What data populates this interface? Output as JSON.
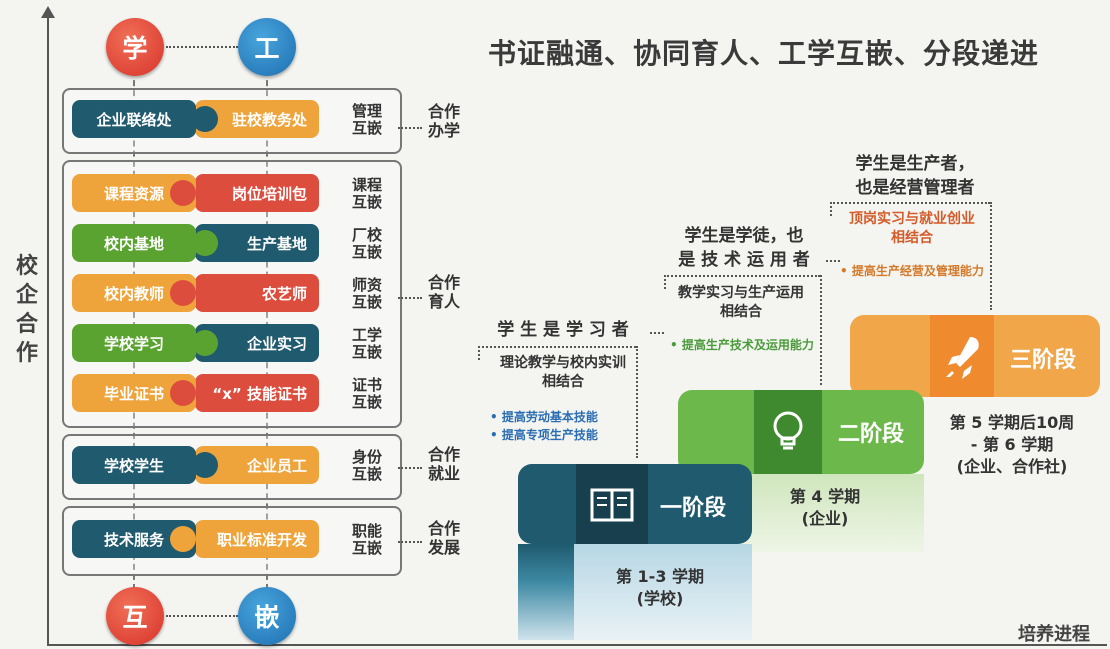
{
  "header": {
    "title": "书证融通、协同育人、工学互嵌、分段递进"
  },
  "axis": {
    "y_label": "校企合作",
    "x_label": "培养进程"
  },
  "top_circles": {
    "left": "学",
    "right": "工"
  },
  "bottom_circles": {
    "left": "互",
    "right": "嵌"
  },
  "rows": [
    {
      "left": "企业联络处",
      "right": "驻校教务处",
      "tag": "管理互嵌"
    },
    {
      "left": "课程资源",
      "right": "岗位培训包",
      "tag": "课程互嵌"
    },
    {
      "left": "校内基地",
      "right": "生产基地",
      "tag": "厂校互嵌"
    },
    {
      "left": "校内教师",
      "right": "农艺师",
      "tag": "师资互嵌"
    },
    {
      "left": "学校学习",
      "right": "企业实习",
      "tag": "工学互嵌"
    },
    {
      "left": "毕业证书",
      "right": "“x” 技能证书",
      "tag": "证书互嵌"
    },
    {
      "left": "学校学生",
      "right": "企业员工",
      "tag": "身份互嵌"
    },
    {
      "left": "技术服务",
      "right": "职业标准开发",
      "tag": "职能互嵌"
    }
  ],
  "groups": [
    "合作办学",
    "合作育人",
    "合作就业",
    "合作发展"
  ],
  "stages": [
    {
      "name": "一阶段",
      "period": "第 1-3 学期",
      "place": "(学校)",
      "role": "学 生 是 学 习 者",
      "desc": "理论教学与校内实训相结合",
      "bullets": [
        "• 提高劳动基本技能",
        "• 提高专项生产技能"
      ]
    },
    {
      "name": "二阶段",
      "period": "第 4 学期",
      "place": "(企业)",
      "role_line1": "学生是学徒，也",
      "role_line2": "是 技 术 运 用 者",
      "desc": "教学实习与生产运用相结合",
      "bullets": [
        "• 提高生产技术及运用能力"
      ]
    },
    {
      "name": "三阶段",
      "period_line1": "第 5 学期后10周",
      "period_line2": "- 第 6 学期",
      "place": "(企业、合作社)",
      "role_line1": "学生是生产者，",
      "role_line2": "也是经营管理者",
      "desc": "顶岗实习与就业创业相结合",
      "bullets": [
        "• 提高生产经营及管理能力"
      ]
    }
  ],
  "colors": {
    "teal": "#1f5a6e",
    "orange": "#efa43b",
    "green": "#5aa331",
    "red": "#dd4d3d",
    "blue": "#1e6fb1"
  },
  "icons": {
    "stage1": "book-icon",
    "stage2": "lightbulb-icon",
    "stage3": "rocket-icon"
  }
}
